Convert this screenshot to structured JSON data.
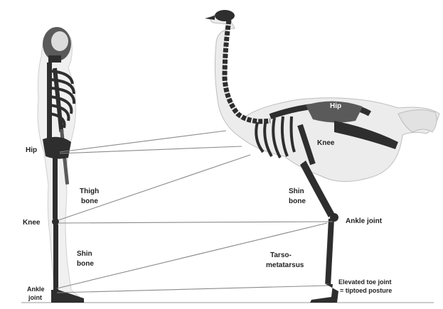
{
  "labels": {
    "human_hip": "Hip",
    "human_knee": "Knee",
    "human_ankle_1": "Ankle",
    "human_ankle_2": "joint",
    "thigh_1": "Thigh",
    "thigh_2": "bone",
    "shin_h_1": "Shin",
    "shin_h_2": "bone",
    "ostrich_knee": "Knee",
    "shin_o_1": "Shin",
    "shin_o_2": "bone",
    "ankle_joint": "Ankle joint",
    "tarso_1": "Tarso-",
    "tarso_2": "metatarsus",
    "toe_1": "Elevated toe joint",
    "toe_2": "= tiptoed posture",
    "pelvis_1": "Hip"
  },
  "colors": {
    "bone": "#2e2e2e",
    "body_shade": "#ececec",
    "connector": "#8a8a8a"
  }
}
